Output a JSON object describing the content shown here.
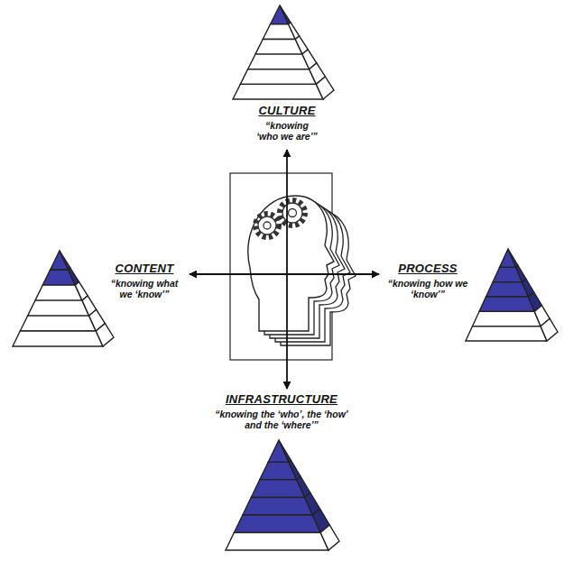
{
  "diagram": {
    "labels": [
      "CULTURE",
      "“knowing ‘who we are’”",
      "CONTENT",
      "“knowing what we ‘know’”",
      "PROCESS",
      "“knowing how we ‘know’”",
      "INFRASTRUCTURE",
      "“knowing the ‘who’, the ‘how’ and the ‘where’”"
    ]
  }
}
